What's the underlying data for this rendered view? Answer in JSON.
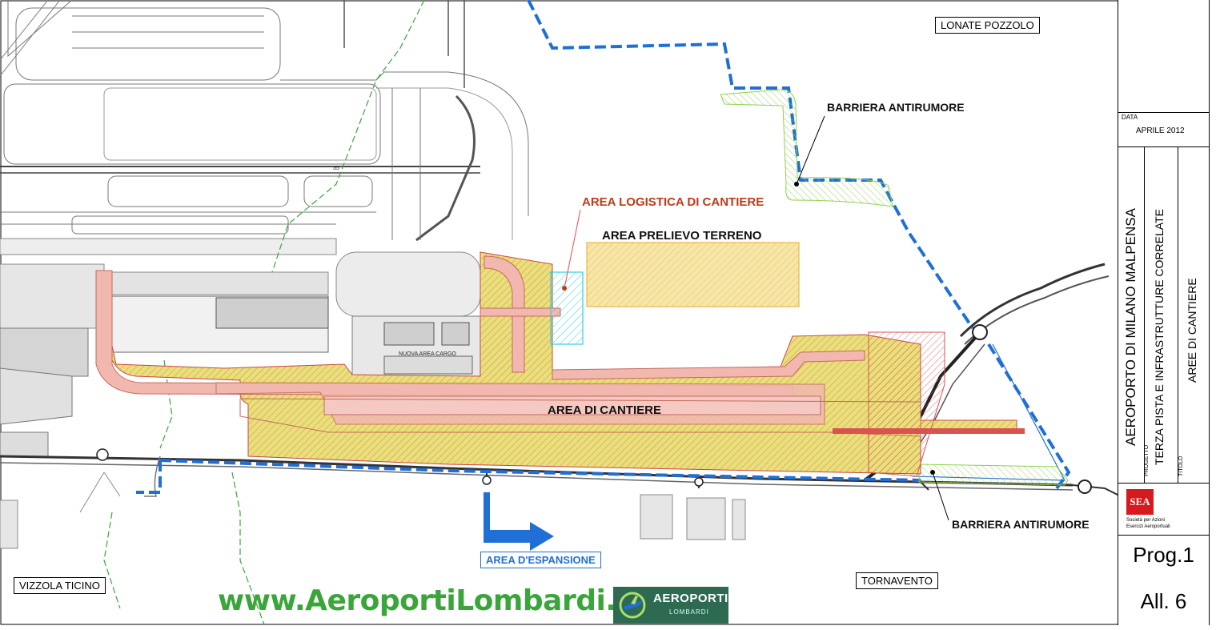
{
  "colors": {
    "construction_fill": "#e8e07a",
    "construction_hatch": "#d96a4a",
    "runway_pink": "#f2b8b0",
    "logistics_cyan": "#2fd0e0",
    "soil_fill": "#f6e6a8",
    "noise_barrier": "#bff08a",
    "boundary_blue": "#1f6fd6",
    "expansion_arrow": "#1f6fd6",
    "green_path": "#3aa53a",
    "brand_green": "#3aa53a"
  },
  "labels": {
    "lonate": "LONATE POZZOLO",
    "vizzola": "VIZZOLA TICINO",
    "tornavento": "TORNAVENTO",
    "barrier_top": "BARRIERA  ANTIRUMORE",
    "barrier_bottom": "BARRIERA  ANTIRUMORE",
    "logistics_area": "AREA LOGISTICA DI CANTIERE",
    "soil_area": "AREA PRELIEVO TERRENO",
    "construction_area": "AREA DI CANTIERE",
    "cargo": "NUOVA AREA CARGO",
    "expansion": "AREA D'ESPANSIONE",
    "runway_number": "35"
  },
  "title_block": {
    "date_label": "DATA",
    "date_value": "APRILE 2012",
    "airport": "AEROPORTO DI MILANO MALPENSA",
    "project_label": "PROGETTO",
    "project": "TERZA PISTA E INFRASTRUTTURE CORRELATE",
    "title_label": "TITOLO",
    "title": "AREE DI CANTIERE",
    "sea_logo": "SEA",
    "sea_caption_1": "Società per Azioni",
    "sea_caption_2": "Esercizi Aeroportuali",
    "prog": "Prog.1",
    "all": "All. 6"
  },
  "footer": {
    "website": "www.AeroportiLombardi.it",
    "logo_title": "AEROPORTI",
    "logo_sub": "LOMBARDI"
  }
}
